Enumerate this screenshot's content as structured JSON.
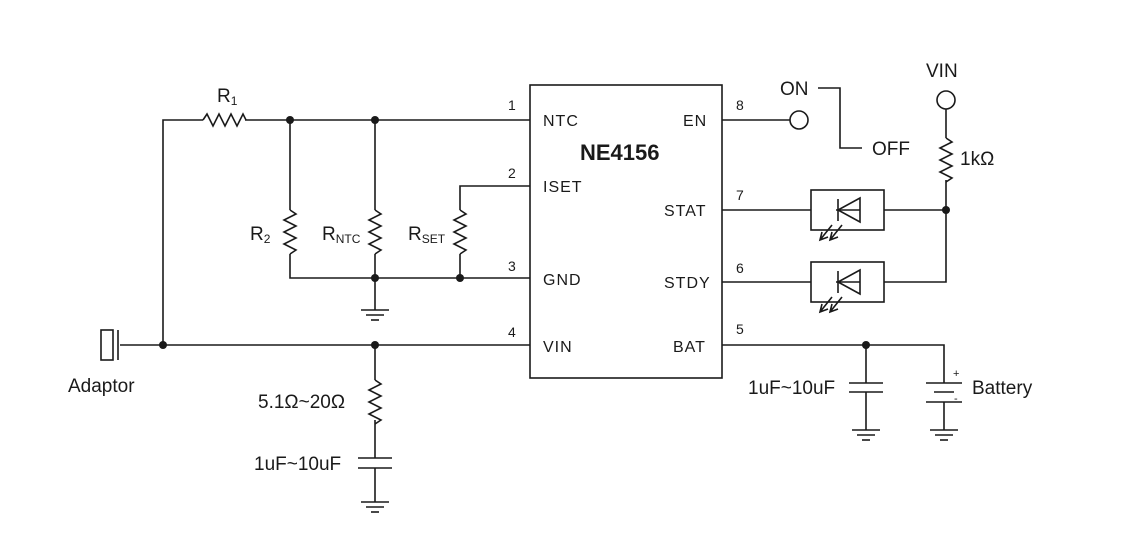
{
  "chip": {
    "name": "NE4156",
    "pins": [
      {
        "num": "1",
        "label": "NTC"
      },
      {
        "num": "2",
        "label": "ISET"
      },
      {
        "num": "3",
        "label": "GND"
      },
      {
        "num": "4",
        "label": "VIN"
      },
      {
        "num": "8",
        "label": "EN"
      },
      {
        "num": "7",
        "label": "STAT"
      },
      {
        "num": "6",
        "label": "STDY"
      },
      {
        "num": "5",
        "label": "BAT"
      }
    ]
  },
  "components": {
    "r1": {
      "main": "R",
      "sub": "1"
    },
    "r2": {
      "main": "R",
      "sub": "2"
    },
    "rntc": {
      "main": "R",
      "sub": "NTC"
    },
    "rset": {
      "main": "R",
      "sub": "SET"
    },
    "vin_resistor": "1kΩ",
    "input_resistor": "5.1Ω~20Ω",
    "input_cap": "1uF~10uF",
    "output_cap": "1uF~10uF"
  },
  "labels": {
    "adaptor": "Adaptor",
    "vin": "VIN",
    "switch_on": "ON",
    "switch_off": "OFF",
    "battery": "Battery",
    "battery_plus": "+",
    "battery_minus": "-"
  }
}
